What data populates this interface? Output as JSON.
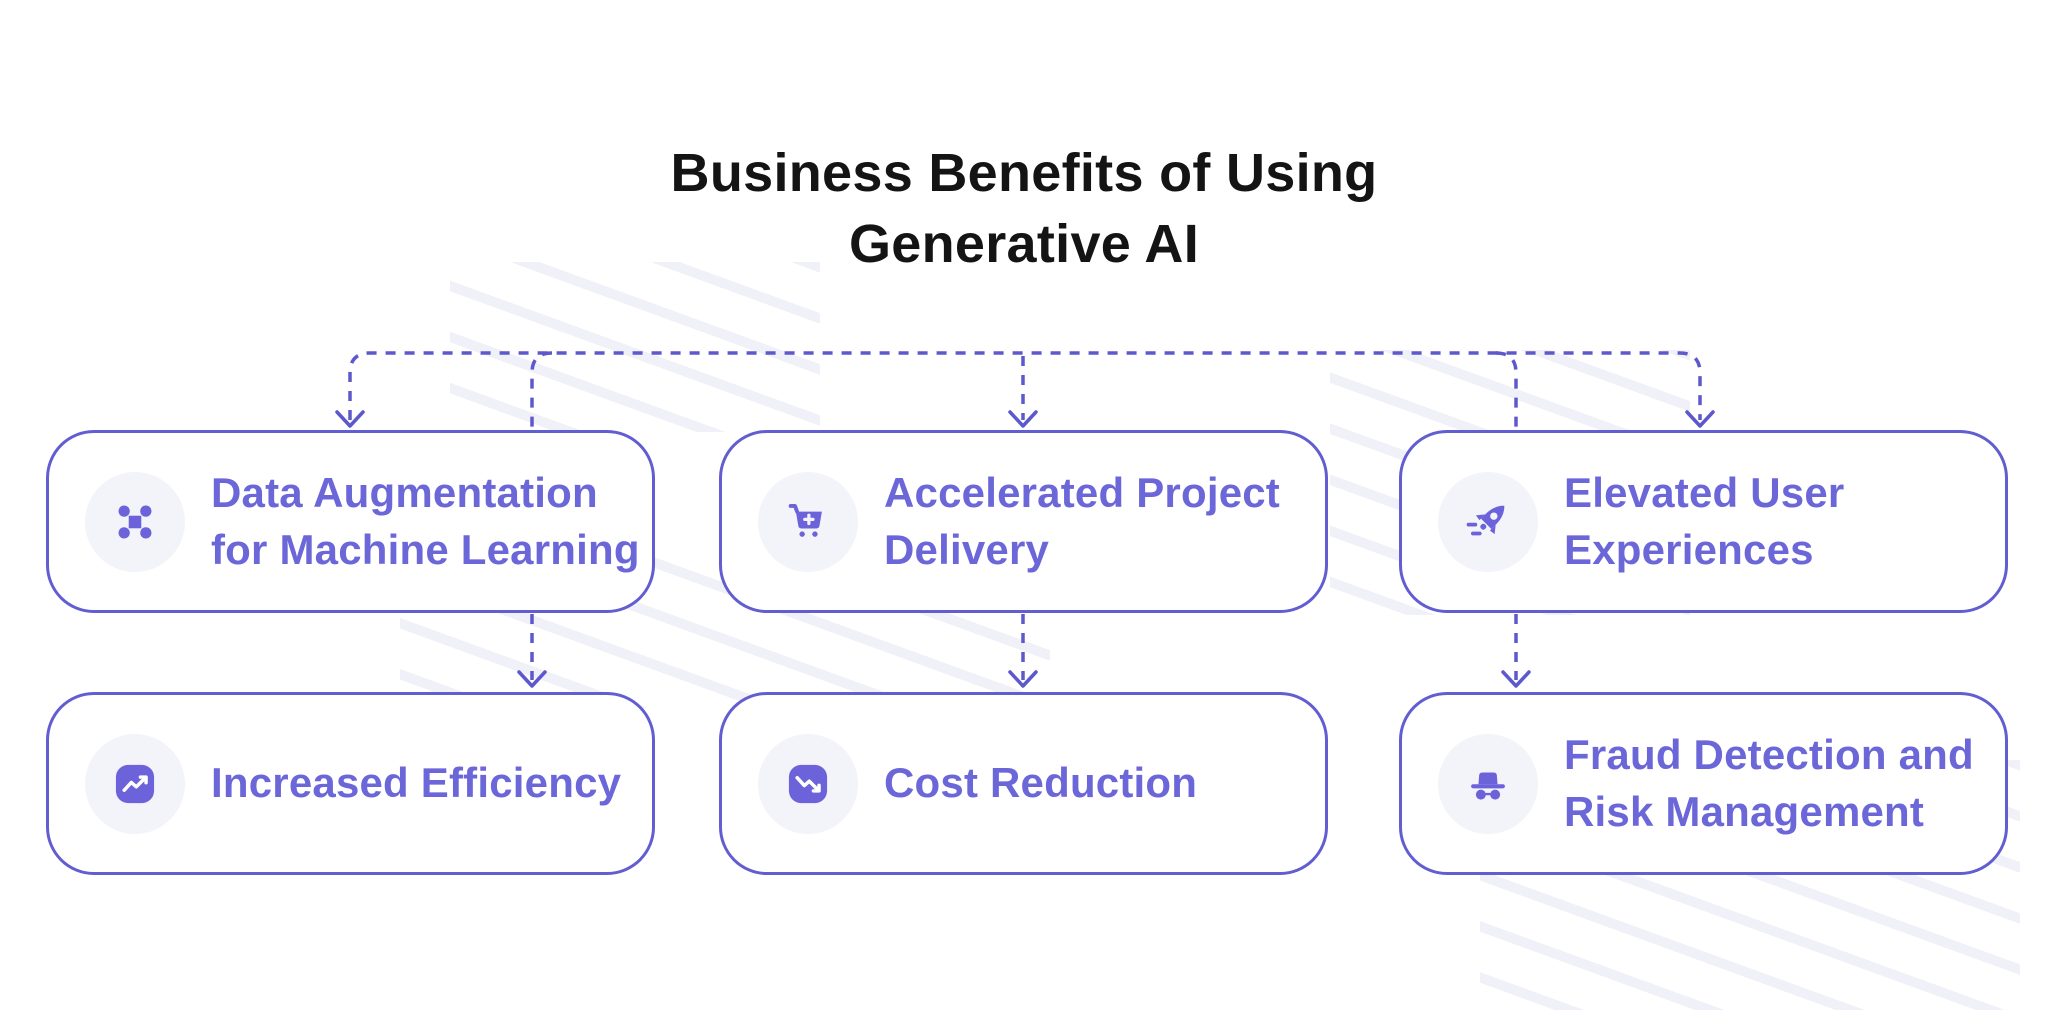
{
  "title": {
    "line1": "Business Benefits of Using",
    "line2": "Generative AI"
  },
  "cards": [
    {
      "label": "Data Augmentation for Machine Learning",
      "icon": "data-nodes-icon"
    },
    {
      "label": "Accelerated Project Delivery",
      "icon": "cart-plus-icon"
    },
    {
      "label": "Elevated User Experiences",
      "icon": "rocket-icon"
    },
    {
      "label": "Increased Efficiency",
      "icon": "trend-up-icon"
    },
    {
      "label": "Cost Reduction",
      "icon": "trend-down-icon"
    },
    {
      "label": "Fraud Detection and Risk Management",
      "icon": "incognito-icon"
    }
  ],
  "colors": {
    "accent_line": "#5d58cb",
    "card_border": "#625dd0",
    "card_text": "#6c67d8",
    "icon_fill": "#6c63da",
    "icon_circle_bg": "#f3f3fa",
    "title_text": "#141414",
    "stripe": "#ededf6",
    "background": "#ffffff"
  }
}
